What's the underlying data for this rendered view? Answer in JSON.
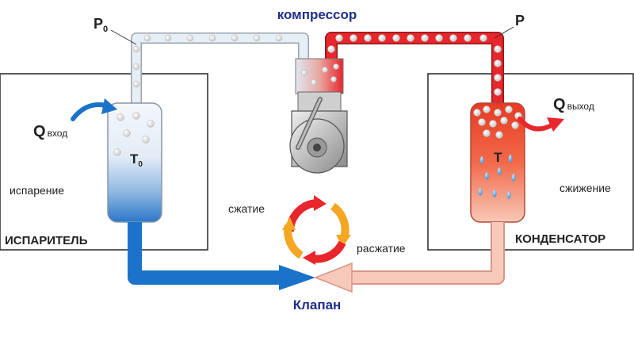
{
  "labels": {
    "compressor": "компрессор",
    "p0_main": "P",
    "p0_sub": "0",
    "p": "P",
    "q_in_main": "Q",
    "q_in_sub": "вход",
    "q_out_main": "Q",
    "q_out_sub": "выход",
    "t0_main": "T",
    "t0_sub": "0",
    "t": "T",
    "evaporation": "испарение",
    "condensation": "сжижение",
    "evaporator": "ИСПАРИТЕЛЬ",
    "condenser": "КОНДЕНСАТОР",
    "compression": "сжатие",
    "expansion": "расжатие",
    "valve": "Клапан"
  },
  "colors": {
    "cold_pipe": "#e6eef6",
    "hot_pipe": "#e8262c",
    "liquid_blue": "#1a73c8",
    "liquid_pink": "#f5c4b8",
    "label_blue": "#1f2f8a"
  }
}
